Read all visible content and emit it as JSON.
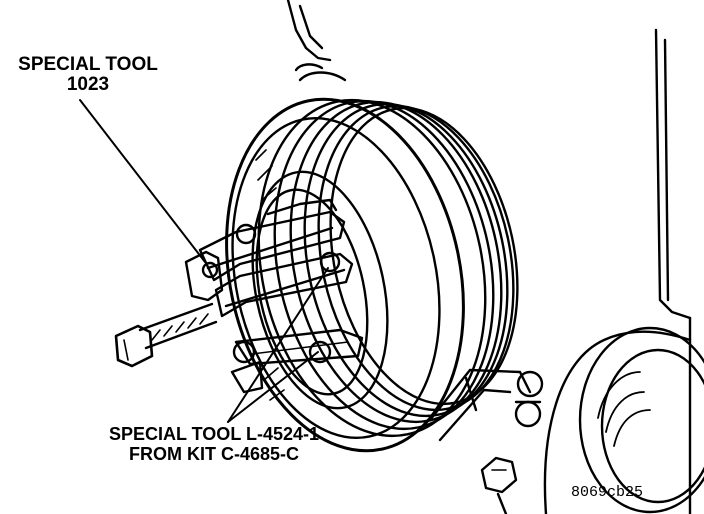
{
  "figure": {
    "callouts": [
      {
        "id": "tool-1023",
        "lines": [
          "SPECIAL TOOL",
          "1023"
        ]
      },
      {
        "id": "tool-l4524",
        "lines": [
          "SPECIAL TOOL L-4524-1",
          "FROM KIT C-4685-C"
        ]
      }
    ],
    "figure_code": "8069cb25",
    "colors": {
      "ink": "#000000",
      "paper": "#ffffff"
    }
  }
}
